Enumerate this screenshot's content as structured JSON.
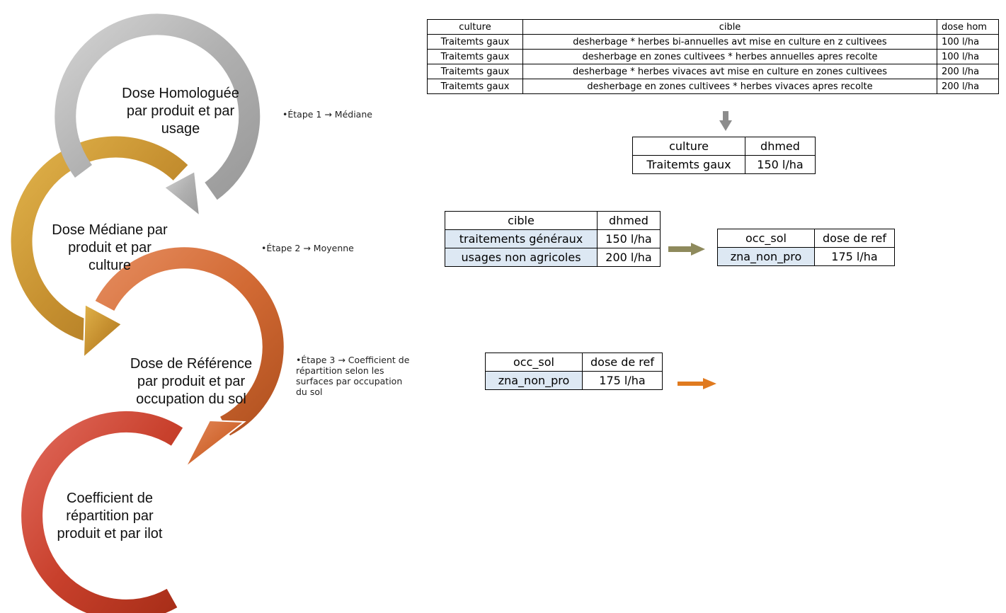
{
  "stages": [
    {
      "line1": "Dose Homologuée",
      "line2": "par produit et par",
      "line3": "usage"
    },
    {
      "line1": "Dose Médiane par",
      "line2": "produit et par",
      "line3": "culture"
    },
    {
      "line1": "Dose de Référence",
      "line2": "par produit et par",
      "line3": "occupation du sol"
    },
    {
      "line1": "Coefficient de",
      "line2": "répartition par",
      "line3": "produit et par ilot"
    }
  ],
  "steps": [
    {
      "line1": "•Étape 1 → Médiane"
    },
    {
      "line1": "•Étape 2 → Moyenne"
    },
    {
      "line1": "•Étape 3 → Coefficient de",
      "line2": "répartition selon les",
      "line3": "surfaces par occupation",
      "line4": "du sol"
    }
  ],
  "colors": {
    "stage1": "#b5b5b5",
    "stage2": "#c9962e",
    "stage3": "#d8743f",
    "stage4": "#c9442a",
    "arrow_step2": "#8e8a5c",
    "arrow_step3": "#e07a1f",
    "arrow_step1": "#8c8c8c",
    "highlight": "#dde8f3"
  },
  "table_homologated": {
    "headers": [
      "culture",
      "cible",
      "dose hom"
    ],
    "rows": [
      [
        "Traitemts gaux",
        "desherbage * herbes bi-annuelles avt mise en culture en z cultivees",
        "100 l/ha"
      ],
      [
        "Traitemts gaux",
        "desherbage en zones cultivees * herbes annuelles apres recolte",
        "100 l/ha"
      ],
      [
        "Traitemts gaux",
        "desherbage * herbes vivaces avt mise en culture en zones cultivees",
        "200 l/ha"
      ],
      [
        "Traitemts gaux",
        "desherbage en zones cultivees * herbes vivaces apres recolte",
        "200 l/ha"
      ]
    ]
  },
  "table_median": {
    "headers": [
      "culture",
      "dhmed"
    ],
    "rows": [
      [
        "Traitemts gaux",
        "150 l/ha"
      ]
    ]
  },
  "table_cible": {
    "headers": [
      "cible",
      "dhmed"
    ],
    "rows": [
      [
        "traitements généraux",
        "150 l/ha"
      ],
      [
        "usages non agricoles",
        "200 l/ha"
      ]
    ]
  },
  "table_ref_1": {
    "headers": [
      "occ_sol",
      "dose de ref"
    ],
    "rows": [
      [
        "zna_non_pro",
        "175 l/ha"
      ]
    ]
  },
  "table_ref_2": {
    "headers": [
      "occ_sol",
      "dose de ref"
    ],
    "rows": [
      [
        "zna_non_pro",
        "175 l/ha"
      ]
    ]
  }
}
